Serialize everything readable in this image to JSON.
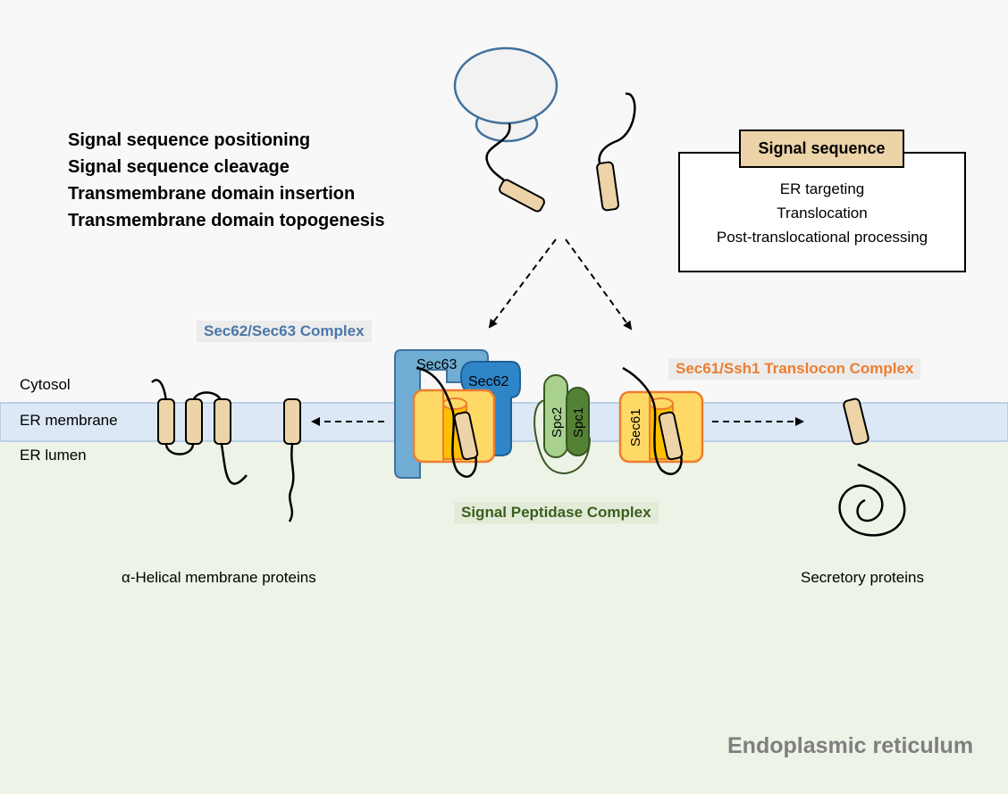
{
  "functions": [
    "Signal sequence positioning",
    "Signal sequence cleavage",
    "Transmembrane domain insertion",
    "Transmembrane domain topogenesis"
  ],
  "signal_box": {
    "title": "Signal sequence",
    "items": [
      "ER targeting",
      "Translocation",
      "Post-translocational processing"
    ]
  },
  "compartments": {
    "cytosol": "Cytosol",
    "membrane": "ER membrane",
    "lumen": "ER lumen"
  },
  "complexes": {
    "sec62_63": "Sec62/Sec63 Complex",
    "sec61_ssh1": "Sec61/Ssh1 Translocon Complex",
    "signal_peptidase": "Signal Peptidase Complex"
  },
  "proteins": {
    "sec63": "Sec63",
    "sec62": "Sec62",
    "spc2": "Spc2",
    "spc1": "Spc1",
    "sec61": "Sec61"
  },
  "outputs": {
    "membrane": "α-Helical membrane proteins",
    "secretory": "Secretory proteins"
  },
  "organelle": "Endoplasmic reticulum",
  "colors": {
    "cytosol_bg": "#f8f8f8",
    "lumen_bg": "#edf3e6",
    "membrane_band": "#dce8f5",
    "signal_seq": "#ecd3a8",
    "translocon": "#ffd966",
    "translocon_border": "#ed7d31",
    "sec63": "#6fadd4",
    "sec62": "#2e86c8",
    "spc2": "#a9d18e",
    "spc1": "#548235",
    "sec62_63_label": "#4a77a8",
    "sec61_label": "#ed7d31",
    "spc_label": "#3b5e1e",
    "organelle_label": "#7f7f7f"
  }
}
